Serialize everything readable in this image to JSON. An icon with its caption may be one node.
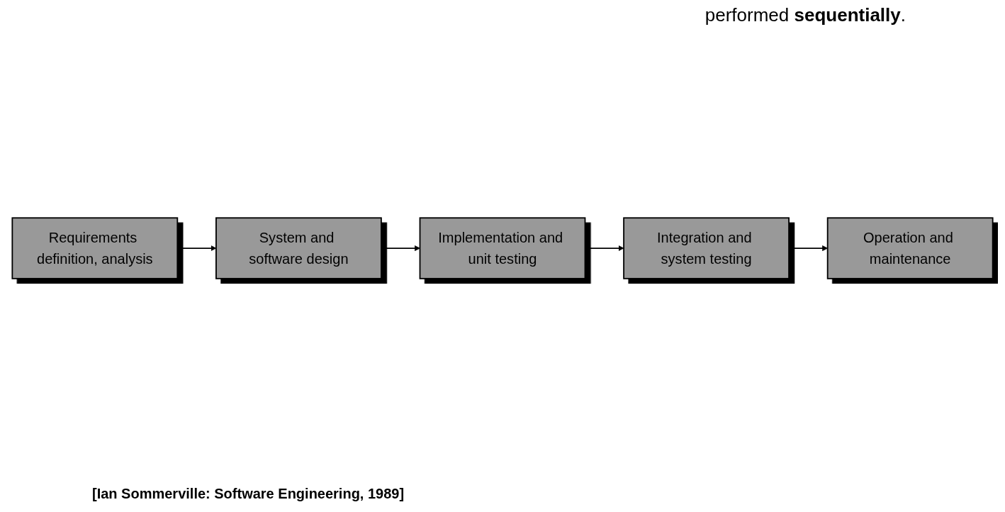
{
  "diagram": {
    "caption": "[Ian Sommerville: Software Engineering, 1989]",
    "nodes": [
      {
        "text": [
          "Requirements definition, analysis"
        ]
      },
      {
        "text": [
          "System and software design"
        ]
      },
      {
        "text": [
          "Implementation and unit testing"
        ]
      },
      {
        "text": [
          "Integration and system testing"
        ]
      },
      {
        "text": [
          "Operation and maintenance"
        ]
      }
    ],
    "edges": [
      {
        "from": 0,
        "to": 1,
        "arrow": "to"
      },
      {
        "from": 1,
        "to": 2,
        "arrow": "to"
      },
      {
        "from": 2,
        "to": 3,
        "arrow": "to"
      },
      {
        "from": 3,
        "to": 4,
        "arrow": "to"
      }
    ],
    "labels": [
      "performed **sequentially**."
    ]
  }
}
